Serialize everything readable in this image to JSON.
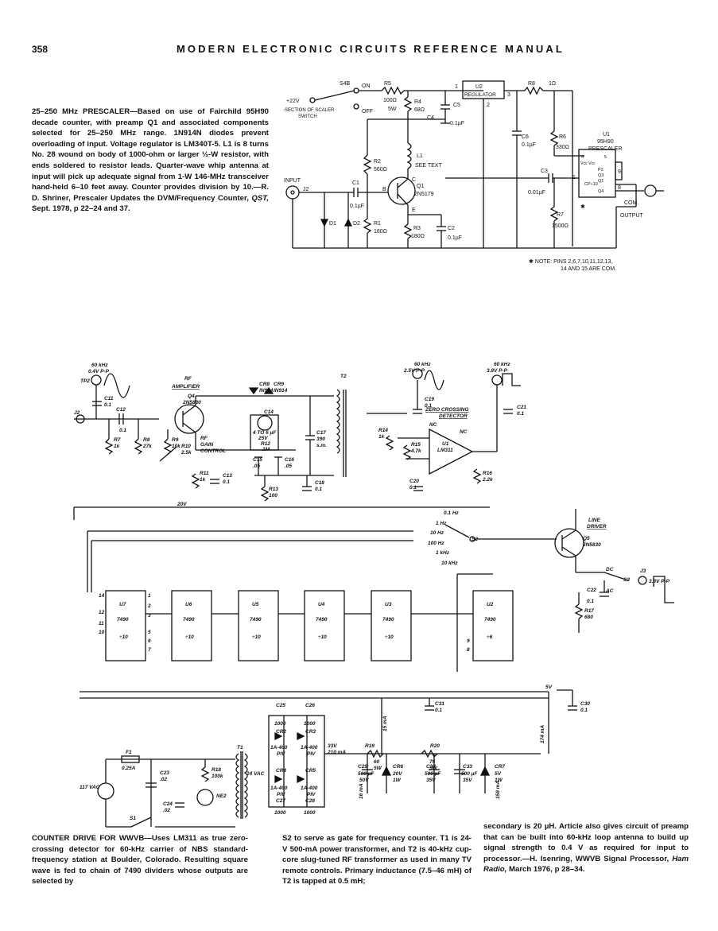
{
  "header": {
    "page_number": "358",
    "running_title": "MODERN ELECTRONIC CIRCUITS REFERENCE MANUAL"
  },
  "prescaler": {
    "caption_title": "25–250 MHz PRESCALER—",
    "caption_body": "Based on use of Fairchild 95H90 decade counter, with preamp Q1 and associated components selected for 25–250 MHz range. 1N914N diodes prevent overloading of input. Voltage regulator is LM340T-5. L1 is 8 turns No. 28 wound on body of 1000-ohm or larger ½-W resistor, with ends soldered to resistor leads. Quarter-wave whip antenna at input will pick up adequate signal from 1-W 146-MHz transceiver hand-held 6–10 feet away. Counter provides division by 10.—R. D. Shriner, Prescaler Updates the DVM/Frequency Counter, ",
    "caption_source": "QST,",
    "caption_tail": " Sept. 1978, p 22–24 and 37.",
    "labels": {
      "s4b": "S4B",
      "on": "ON",
      "off": "OFF",
      "plus22v": "+22V",
      "switch_label_1": "SECTION OF SCALER",
      "switch_label_2": "SWITCH",
      "r5": "R5",
      "r5_val": "100Ω",
      "r5_w": "5W",
      "r4": "R4",
      "r4_val": "68Ω",
      "c5": "C5",
      "c4": "C4",
      "c45_val": "0.1µF",
      "u2": "U2",
      "regulator": "REGULATOR",
      "pin1": "1",
      "pin2": "2",
      "pin3": "3",
      "r8": "R8",
      "r8_val": "1Ω",
      "c6": "C6",
      "c6_val": "0.1µF",
      "r6": "R6",
      "r6_val": "330Ω",
      "u1": "U1",
      "u1_part": "95H90",
      "u1_role": "PRESCALER",
      "pin4": "4",
      "pin5": "5",
      "vcc": "Vcc Vcc",
      "pins_mid": [
        "P2",
        "Q3",
        "Q1",
        "CP÷10",
        "Q4"
      ],
      "pin1b": "1",
      "pin9": "9",
      "pin8": "8",
      "com": "COM.",
      "output": "OUTPUT",
      "star": "✱",
      "r2": "R2",
      "r2_val": "560Ω",
      "l1": "L1",
      "see_text": "SEE TEXT",
      "c3": "C3",
      "c3_val": "0.01µF",
      "input": "INPUT",
      "j2": "J2",
      "c1": "C1",
      "c1_val": "0.1µF",
      "b": "B",
      "c": "C",
      "e": "E",
      "q1": "Q1",
      "q1_part": "2N5179",
      "r7": "R7",
      "r7_val": "1500Ω",
      "d1": "D1",
      "d2": "D2",
      "r1": "R1",
      "r1_val": "180Ω",
      "r3": "R3",
      "r3_val": "180Ω",
      "c2": "C2",
      "c2_val": "0.1µF"
    },
    "note_line1": "✱ NOTE: PINS 2,6,7,10,11,12,13,",
    "note_line2": "14 AND 15 ARE COM."
  },
  "wwvb": {
    "labels": {
      "tp2_sig": "60 kHz",
      "tp2_lvl": "0.4V P-P",
      "tp2": "TP2",
      "rf": "RF",
      "amplifier": "AMPLIFIER",
      "q4": "Q4",
      "q4_part": "2N5830",
      "c11": "C11",
      "c11_val": "0.1",
      "c12": "C12",
      "c12_val": "0.1",
      "j2": "J2",
      "r7": "R7",
      "r7_val": "1k",
      "r8": "R8",
      "r8_val": "27k",
      "r9": "R9",
      "r9_val": "10k",
      "r10": "R10",
      "r10_val": "2.5k",
      "rf_gain_1": "RF",
      "rf_gain_2": "GAIN",
      "rf_gain_3": "CONTROL",
      "cr8": "CR8",
      "cr8_part": "IN914",
      "cr9": "CR9",
      "cr9_part": "IN914",
      "c14": "C14",
      "c14_val": "4 TO 6 µF",
      "c14_v": "25V",
      "r12": "R12",
      "r12_val": "1M",
      "c15": "C15",
      "c15_val": ".05",
      "c16": "C16",
      "c16_val": ".05",
      "c17": "C17",
      "c17_val": "390",
      "c17_u": "s.m.",
      "t2": "T2",
      "r11": "R11",
      "r11_val": "1k",
      "c13": "C13",
      "c13_val": "0.1",
      "r13": "R13",
      "r13_val": "100",
      "c18": "C18",
      "c18_val": "0.1",
      "v20": "20V",
      "u1_sig": "60 kHz",
      "u1_lvl": "2.5V P-P",
      "c19": "C19",
      "c19_val": "0.1",
      "zc_1": "ZERO CROSSING",
      "zc_2": "DETECTOR",
      "r14": "R14",
      "r14_val": "1k",
      "r15": "R15",
      "r15_val": "4.7k",
      "u1": "U1",
      "u1_part": "LM311",
      "nc1": "NC",
      "nc2": "NC",
      "c20": "C20",
      "c20_val": "0.1",
      "r16": "R16",
      "r16_val": "2.2k",
      "out_sig": "60 kHz",
      "out_lvl": "3.8V P-P",
      "c21": "C21",
      "c21_val": "0.1",
      "s2_opts": [
        "0.1 Hz",
        "1 Hz",
        "10 Hz",
        "100 Hz",
        "1 kHz",
        "10 kHz"
      ],
      "s2": "S2",
      "line_driver_1": "LINE",
      "line_driver_2": "DRIVER",
      "q5": "Q5",
      "q5_part": "2N5830",
      "dc": "DC",
      "ac": "AC",
      "s3": "S3",
      "j3": "J3",
      "j3_lvl": "3.8V P-P",
      "c22": "C22",
      "c22_val": "0.1",
      "r17": "R17",
      "r17_val": "680",
      "v5": "5V",
      "c25": "C25",
      "c25_val": "1000",
      "c26": "C26",
      "c26_val": "1000",
      "cr2": "CR2",
      "cr3": "CR3",
      "cr4": "CR4",
      "cr5": "CR5",
      "diode_rating": "1A-400",
      "piv": "PIV",
      "c27": "C27",
      "c27_val": "1000",
      "c28": "C28",
      "c28_val": "1000",
      "v33": "33V",
      "ma210": "210 mA",
      "vac24": "24 VAC",
      "r19": "R19",
      "r19_val": "60",
      "r19_w": "5W",
      "r20": "R20",
      "r20_val": "75",
      "r20_w": "5W",
      "c29": "C29",
      "c29_val": "500 µF",
      "c29_v": "50V",
      "cr6": "CR6",
      "cr6_val": "20V",
      "cr6_w": "1W",
      "c32": "C32",
      "c32_val": "500 µF",
      "c32_v": "35V",
      "c33": "C33",
      "c33_val": "500 µF",
      "c33_v": "35V",
      "cr7": "CR7",
      "cr7_val": "5V",
      "cr7_w": "1W",
      "c31": "C31",
      "c31_val": "0.1",
      "c30": "C30",
      "c30_val": "0.1",
      "ma15": "15 mA",
      "ma16": "16 mA",
      "ma174": "174 mA",
      "ma158": "158 mA",
      "f1": "F1",
      "f1_val": "0.25A",
      "vac117": "117 VAC",
      "c23": "C23",
      "c23_val": ".02",
      "c24": "C24",
      "c24_val": ".02",
      "r18": "R18",
      "r18_val": "100k",
      "ne2": "NE2",
      "t1": "T1",
      "s1": "S1"
    },
    "dividers": [
      {
        "ref": "U7",
        "part": "7490",
        "div": "÷10"
      },
      {
        "ref": "U6",
        "part": "7490",
        "div": "÷10"
      },
      {
        "ref": "U5",
        "part": "7490",
        "div": "÷10"
      },
      {
        "ref": "U4",
        "part": "7490",
        "div": "÷10"
      },
      {
        "ref": "U3",
        "part": "7490",
        "div": "÷10"
      },
      {
        "ref": "U2",
        "part": "7490",
        "div": "÷6"
      }
    ],
    "pins": {
      "p14": "14",
      "p1": "1",
      "p12": "12",
      "p2": "2",
      "p11": "11",
      "p3": "3",
      "p10": "10",
      "p5": "5",
      "p6": "6",
      "p7": "7",
      "p9": "9",
      "p8": "8"
    },
    "caption_col1_title": "COUNTER DRIVE FOR WWVB—",
    "caption_col1_body": "Uses LM311 as true zero-crossing detector for 60-kHz carrier of NBS standard-frequency station at Boulder, Colorado. Resulting square wave is fed to chain of 7490 dividers whose outputs are selected by",
    "caption_col2": "S2 to serve as gate for frequency counter. T1 is 24-V 500-mA power transformer, and T2 is 40-kHz cup-core slug-tuned RF transformer as used in many TV remote controls. Primary inductance (7.5–46 mH) of T2 is tapped at 0.5 mH;",
    "caption_col3_body": "secondary is 20 µH. Article also gives circuit of preamp that can be built into 60-kHz loop antenna to build up signal strength to 0.4 V as required for input to processor.—H. Isenring, WWVB Signal Processor, ",
    "caption_col3_source": "Ham Radio,",
    "caption_col3_tail": " March 1976, p 28–34."
  }
}
